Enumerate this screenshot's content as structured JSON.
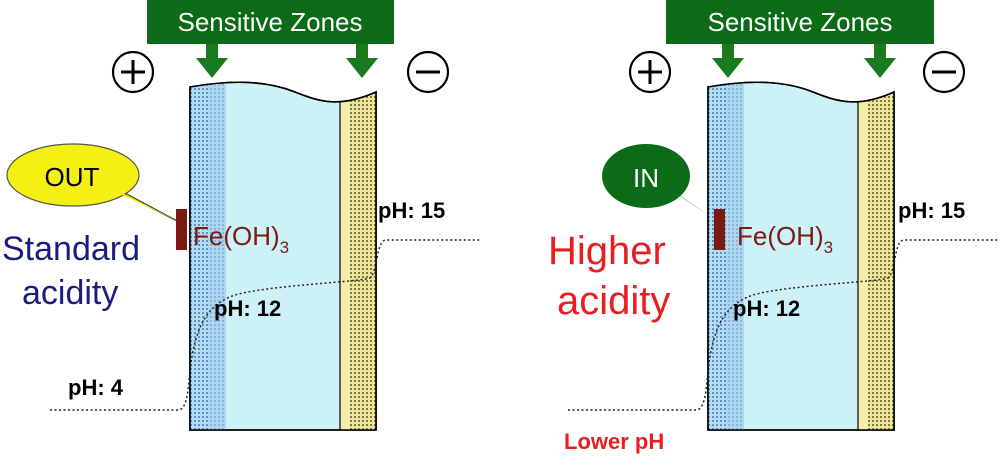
{
  "banner_text": "Sensitive Zones",
  "plus_symbol": "+",
  "minus_symbol": "−",
  "compound_base": "Fe(OH)",
  "compound_subscript": "3",
  "ph_high": "pH: 15",
  "ph_mid": "pH: 12",
  "left_panel": {
    "bubble_text": "OUT",
    "condition_line1": "Standard",
    "condition_line2": "acidity",
    "ph_low": "pH: 4"
  },
  "right_panel": {
    "bubble_text": "IN",
    "condition_line1": "Higher",
    "condition_line2": "acidity",
    "ph_low": "Lower pH"
  },
  "colors": {
    "banner_green": "#0b6b16",
    "arrow_green": "#1a7a1e",
    "bubble_yellow": "#f3f012",
    "bubble_dark_green": "#0b6b16",
    "standard_blue": "#1c1c80",
    "higher_red": "#ea1e22",
    "membrane_cyan": "#ccf2f8",
    "anode_blue": "#a8d4ee",
    "cathode_yellow": "#ece69a",
    "fe_brown": "#7a1a10"
  }
}
